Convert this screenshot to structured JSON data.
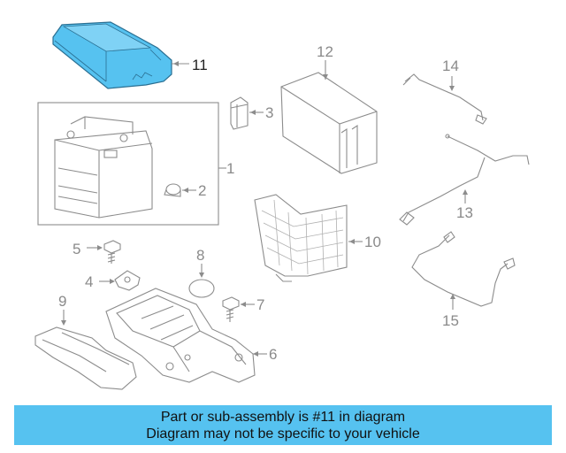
{
  "diagram": {
    "highlight_color": "#56c2f0",
    "callouts": {
      "p1": "1",
      "p2": "2",
      "p3": "3",
      "p4": "4",
      "p5": "5",
      "p6": "6",
      "p7": "7",
      "p8": "8",
      "p9": "9",
      "p10": "10",
      "p11": "11",
      "p12": "12",
      "p13": "13",
      "p14": "14",
      "p15": "15"
    }
  },
  "banner": {
    "line1": "Part or sub-assembly is #11 in diagram",
    "line2": "Diagram may not be specific to your vehicle",
    "color": "#56c2f0"
  }
}
